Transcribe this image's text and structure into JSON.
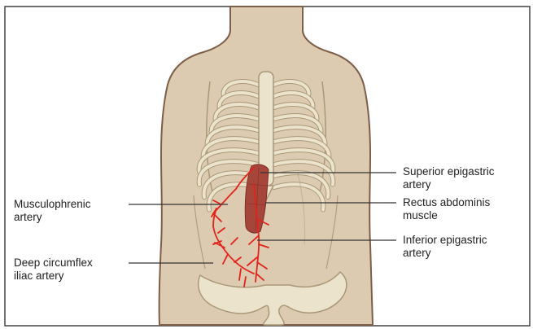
{
  "labels": {
    "superior_epigastric": "Superior epigastric\nartery",
    "rectus_abdominis": "Rectus abdominis\nmuscle",
    "inferior_epigastric": "Inferior epigastric\nartery",
    "musculophrenic": "Musculophrenic\nartery",
    "deep_circumflex_iliac": "Deep circumflex\niliac artery"
  },
  "colors": {
    "skin": "#dccbb0",
    "skin_outline": "#7d5f49",
    "bone": "#ece3cc",
    "bone_outline": "#a99877",
    "muscle": "#a6453a",
    "artery": "#e2231a",
    "leader": "#333333"
  }
}
